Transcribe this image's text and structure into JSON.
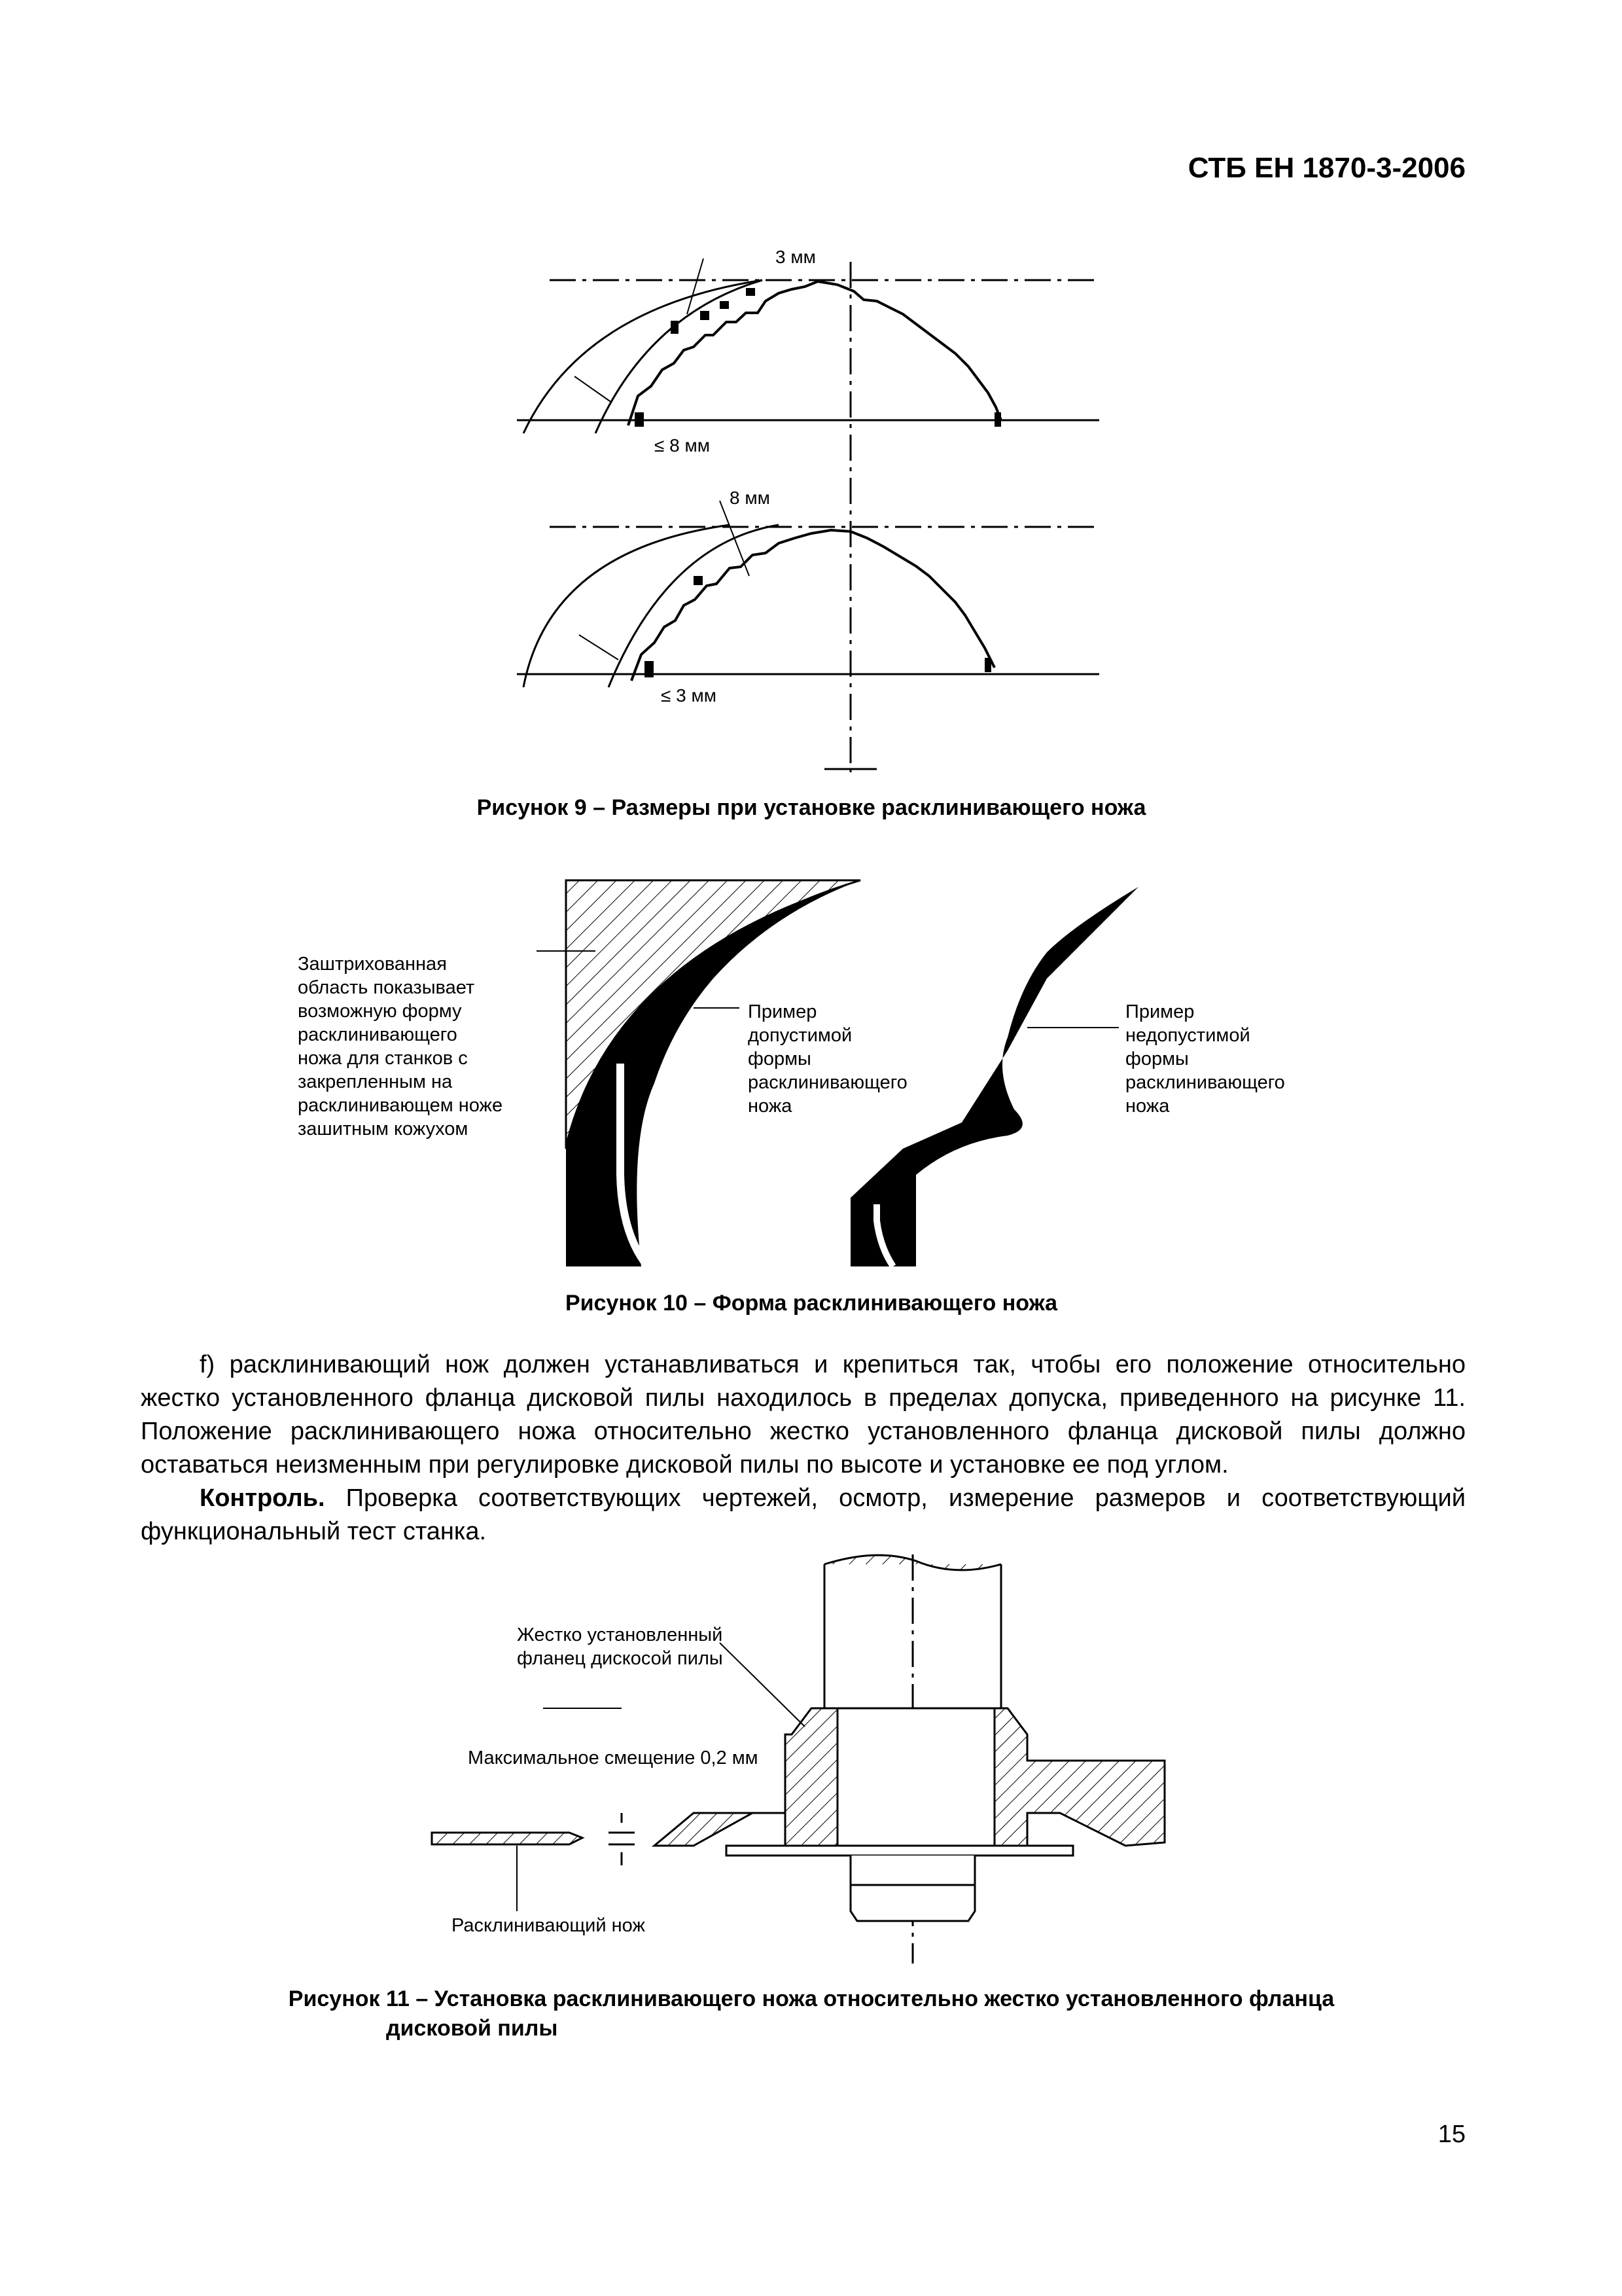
{
  "header": {
    "doc_id": "СТБ ЕН 1870-3-2006"
  },
  "figure9": {
    "top_labels": {
      "dim_gap": "3 мм",
      "dim_radial": "≤ 8 мм"
    },
    "bottom_labels": {
      "dim_gap": "8 мм",
      "dim_radial": "≤ 3 мм"
    },
    "caption": "Рисунок 9 – Размеры при установке расклинивающего ножа"
  },
  "figure10": {
    "label_hatched": "Заштрихованная\nобласть показывает\nвозможную форму\nрасклинивающего\nножа для станков с\nзакрепленным на\nрасклинивающем ноже\nзашитным кожухом",
    "label_acceptable": "Пример\nдопустимой\nформы\nрасклинивающего\nножа",
    "label_unacceptable": "Пример\nнедопустимой\nформы\nрасклинивающего\nножа",
    "caption": "Рисунок 10 – Форма расклинивающего ножа"
  },
  "body": {
    "para_f": "f) расклинивающий нож должен устанавливаться и крепиться так, чтобы его положение относительно жестко установленного фланца дисковой пилы находилось в пределах допуска, приведенного на рисунке 11. Положение расклинивающего ножа относительно жестко установленного фланца дисковой пилы должно оставаться неизменным при регулировке дисковой пилы по высоте и установке ее под углом.",
    "control_label": "Контроль.",
    "control_text": " Проверка соответствующих чертежей, осмотр, измерение размеров и соответствующий функциональный тест станка."
  },
  "figure11": {
    "label_flange": "Жестко установленный\nфланец дискосой пилы",
    "label_offset": "Максимальное смещение 0,2 мм",
    "label_knife": "Расклинивающий нож",
    "caption_line1": "Рисунок 11 – Установка расклинивающего ножа относительно жестко установленного фланца",
    "caption_line2": "дисковой пилы"
  },
  "footer": {
    "page_number": "15"
  }
}
